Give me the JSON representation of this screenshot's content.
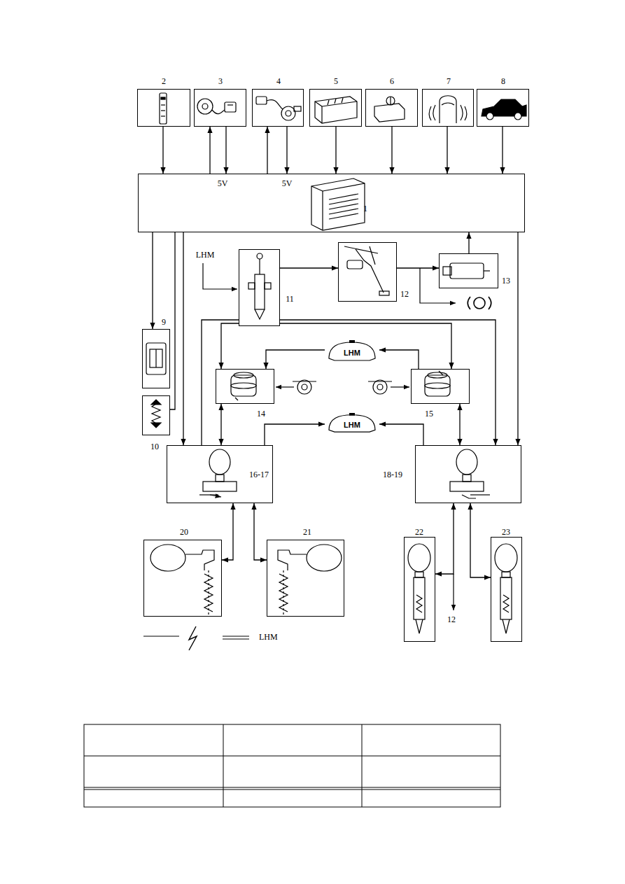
{
  "diagram": {
    "nodes": [
      {
        "text": [
          "2"
        ]
      },
      {
        "text": [
          "3"
        ]
      },
      {
        "text": [
          "4"
        ]
      },
      {
        "text": [
          "5"
        ]
      },
      {
        "text": [
          "6"
        ]
      },
      {
        "text": [
          "7"
        ]
      },
      {
        "text": [
          "8"
        ]
      },
      {
        "text": [
          "1"
        ]
      },
      {
        "text": [
          "11"
        ]
      },
      {
        "text": [
          "12"
        ]
      },
      {
        "text": [
          "13"
        ]
      },
      {
        "text": [
          "9"
        ]
      },
      {
        "text": [
          "10"
        ]
      },
      {
        "text": [
          "LHM"
        ]
      },
      {
        "text": [
          "14"
        ]
      },
      {
        "text": [
          "15"
        ]
      },
      {
        "text": [
          "LHM"
        ]
      },
      {
        "text": [
          "16-17"
        ]
      },
      {
        "text": [
          "18-19"
        ]
      },
      {
        "text": [
          "20"
        ]
      },
      {
        "text": [
          "21"
        ]
      },
      {
        "text": [
          "22"
        ]
      },
      {
        "text": [
          "23"
        ]
      }
    ],
    "edges": [
      {
        "from": 0,
        "to": 7,
        "arrow": "to"
      },
      {
        "from": 7,
        "to": 1,
        "arrow": "to"
      },
      {
        "from": 1,
        "to": 7,
        "arrow": "to"
      },
      {
        "from": 7,
        "to": 2,
        "arrow": "to"
      },
      {
        "from": 2,
        "to": 7,
        "arrow": "to"
      },
      {
        "from": 3,
        "to": 7,
        "arrow": "to"
      },
      {
        "from": 4,
        "to": 7,
        "arrow": "to"
      },
      {
        "from": 5,
        "to": 7,
        "arrow": "to"
      },
      {
        "from": 6,
        "to": 7,
        "arrow": "to"
      },
      {
        "from": 7,
        "to": 11,
        "arrow": "to"
      },
      {
        "from": 7,
        "to": 12,
        "arrow": "none"
      },
      {
        "from": 7,
        "to": 17,
        "arrow": "to"
      },
      {
        "from": 10,
        "to": 7,
        "arrow": "to"
      },
      {
        "from": 7,
        "to": 18,
        "arrow": "to"
      },
      {
        "from": 8,
        "to": 9,
        "arrow": "to"
      },
      {
        "from": 9,
        "to": 10,
        "arrow": "to"
      },
      {
        "from": 8,
        "to": 14,
        "arrow": "to"
      },
      {
        "from": 8,
        "to": 15,
        "arrow": "to"
      },
      {
        "from": 8,
        "to": 17,
        "arrow": "none"
      },
      {
        "from": 8,
        "to": 18,
        "arrow": "to"
      },
      {
        "from": 13,
        "to": 14,
        "arrow": "to"
      },
      {
        "from": 15,
        "to": 13,
        "arrow": "to"
      },
      {
        "from": 17,
        "to": 16,
        "arrow": "to"
      },
      {
        "from": 18,
        "to": 16,
        "arrow": "to"
      },
      {
        "from": 14,
        "to": 17,
        "arrow": "both"
      },
      {
        "from": 15,
        "to": 18,
        "arrow": "both"
      },
      {
        "from": 17,
        "to": 19,
        "arrow": "both"
      },
      {
        "from": 17,
        "to": 20,
        "arrow": "both"
      },
      {
        "from": 18,
        "to": 21,
        "arrow": "both"
      },
      {
        "from": 18,
        "to": 22,
        "arrow": "both"
      }
    ],
    "labels": [
      "5V",
      "5V",
      "LHM",
      "12"
    ],
    "legend": [
      {
        "text": "LHM"
      }
    ]
  }
}
